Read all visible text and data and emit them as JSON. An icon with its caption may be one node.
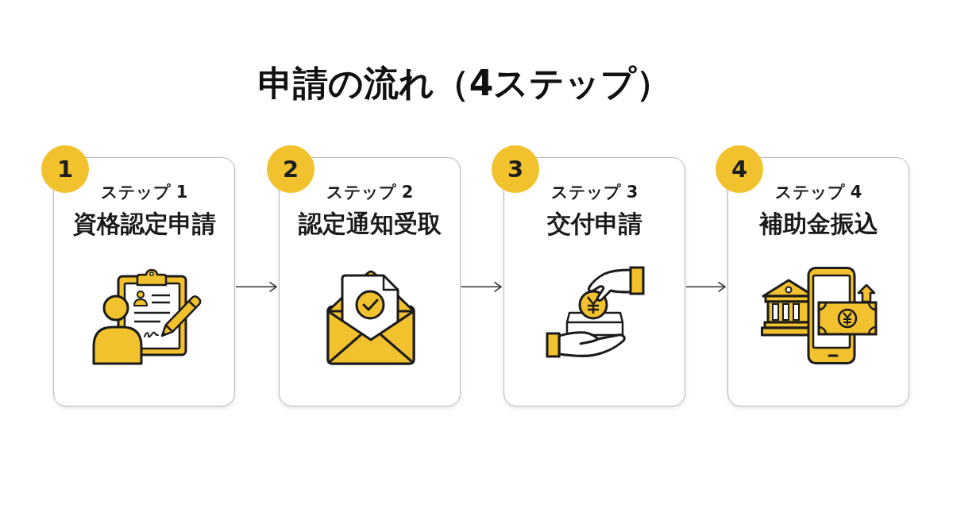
{
  "diagram": {
    "title": "申請の流れ（4ステップ）",
    "nodes": [
      {
        "text": [
          "1"
        ]
      },
      {
        "text": [
          "ステップ 1",
          "資格認定申請"
        ]
      },
      {
        "text": [
          "2"
        ]
      },
      {
        "text": [
          "ステップ 2",
          "認定通知受取"
        ]
      },
      {
        "text": [
          "3"
        ]
      },
      {
        "text": [
          "ステップ 3",
          "交付申請"
        ]
      },
      {
        "text": [
          "4"
        ]
      },
      {
        "text": [
          "ステップ 4",
          "補助金振込"
        ]
      }
    ],
    "edges": [
      {
        "from": 1,
        "to": 3,
        "arrow": "to"
      },
      {
        "from": 3,
        "to": 5,
        "arrow": "to"
      },
      {
        "from": 5,
        "to": 7,
        "arrow": "to"
      }
    ]
  }
}
